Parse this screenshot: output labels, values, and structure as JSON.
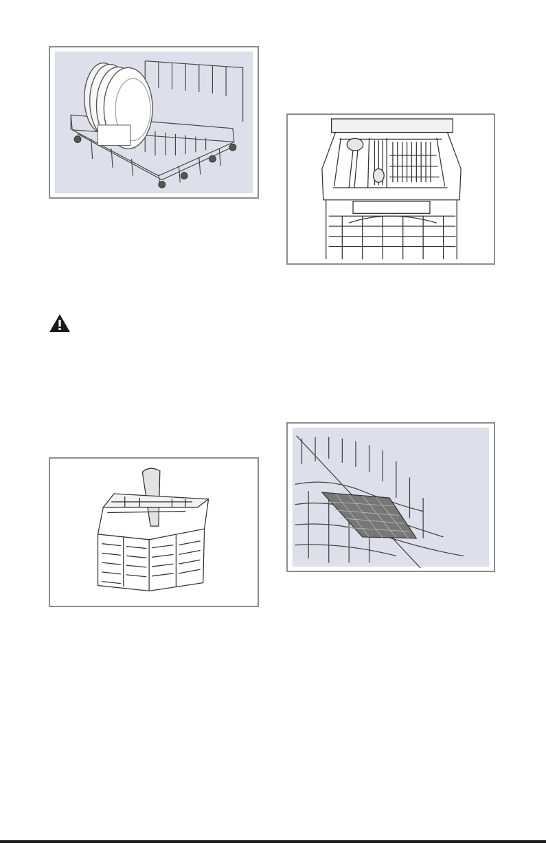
{
  "page": {
    "background": "#ffffff",
    "frame_color": "#8c8c8c",
    "panel_fill": "#dde0ea"
  },
  "figures": [
    {
      "id": "lower-rack-plates",
      "icon": "dish-rack-with-plates-illustration"
    },
    {
      "id": "third-rack-cutlery",
      "icon": "cutlery-tray-rack-illustration"
    },
    {
      "id": "cutlery-basket",
      "icon": "cutlery-basket-illustration"
    },
    {
      "id": "rack-folding-tines",
      "icon": "rack-folding-tines-illustration"
    }
  ],
  "warning": {
    "icon": "warning-triangle-icon",
    "color": "#1a1a1a"
  }
}
